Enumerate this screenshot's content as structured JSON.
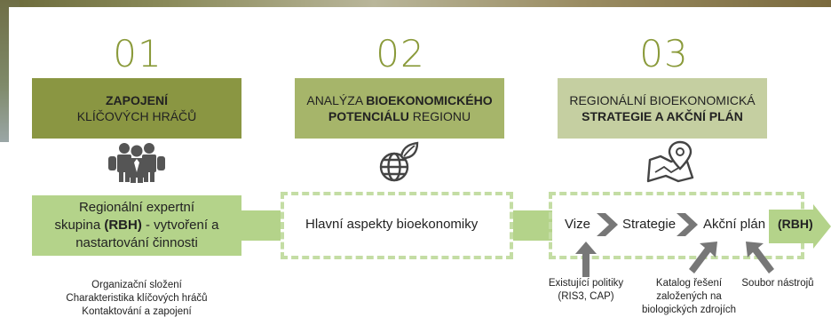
{
  "columns": [
    {
      "number": "01",
      "head_bold": "ZAPOJENÍ",
      "head_normal": "KLÍČOVÝCH HRÁČŮ",
      "head_color": "#8a9642"
    },
    {
      "number": "02",
      "head_pre": "ANALÝZA ",
      "head_bold1": "BIOEKONOMICKÉHO",
      "head_bold2": "POTENCIÁLU",
      "head_post": " REGIONU",
      "head_color": "#a6b56a"
    },
    {
      "number": "03",
      "head_line1": "REGIONÁLNÍ BIOEKONOMICKÁ",
      "head_bold": "STRATEGIE A AKČNÍ PLÁN",
      "head_color": "#c5cfa1"
    }
  ],
  "icons": [
    "people-group-icon",
    "globe-leaf-icon",
    "map-pin-icon"
  ],
  "step1": {
    "line1": "Regionální expertní",
    "line2_pre": "skupina ",
    "line2_bold": "(RBH)",
    "line2_post": " - vytvoření a",
    "line3": "nastartování činnosti",
    "notes": [
      "Organizační složení",
      "Charakteristika klíčových hráčů",
      "Kontaktování a zapojení"
    ]
  },
  "step2": {
    "label": "Hlavní aspekty bioekonomiky"
  },
  "step3": {
    "items": [
      "Vize",
      "Strategie",
      "Akční plán"
    ],
    "arrow_label": "(RBH)",
    "inputs": [
      {
        "lines": [
          "Existující politiky",
          "(RIS3, CAP)"
        ]
      },
      {
        "lines": [
          "Katalog řešení",
          "založených na",
          "biologických zdrojích"
        ]
      },
      {
        "lines": [
          "Soubor nástrojů"
        ]
      }
    ]
  },
  "colors": {
    "accent": "#8a9a3a",
    "box_green": "#b4d38a",
    "dash_green": "#c4dda4",
    "arrow_grey": "#777777"
  }
}
